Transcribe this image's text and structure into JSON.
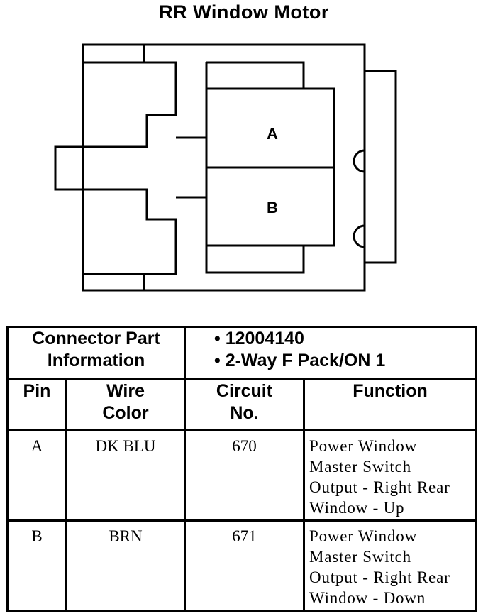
{
  "title": "RR Window Motor",
  "connector": {
    "cavity_a": "A",
    "cavity_b": "B"
  },
  "table": {
    "part_info_label_1": "Connector Part",
    "part_info_label_2": "Information",
    "part_info": [
      "• 12004140",
      "• 2-Way F Pack/ON 1"
    ],
    "headers": {
      "pin": "Pin",
      "wire_color_1": "Wire",
      "wire_color_2": "Color",
      "circuit_1": "Circuit",
      "circuit_2": "No.",
      "function": "Function"
    },
    "rows": [
      {
        "pin": "A",
        "wire_color": "DK BLU",
        "circuit": "670",
        "function": [
          "Power Window",
          "Master Switch",
          "Output - Right Rear",
          "Window - Up"
        ]
      },
      {
        "pin": "B",
        "wire_color": "BRN",
        "circuit": "671",
        "function": [
          "Power Window",
          "Master Switch",
          "Output - Right Rear",
          "Window - Down"
        ]
      }
    ]
  }
}
